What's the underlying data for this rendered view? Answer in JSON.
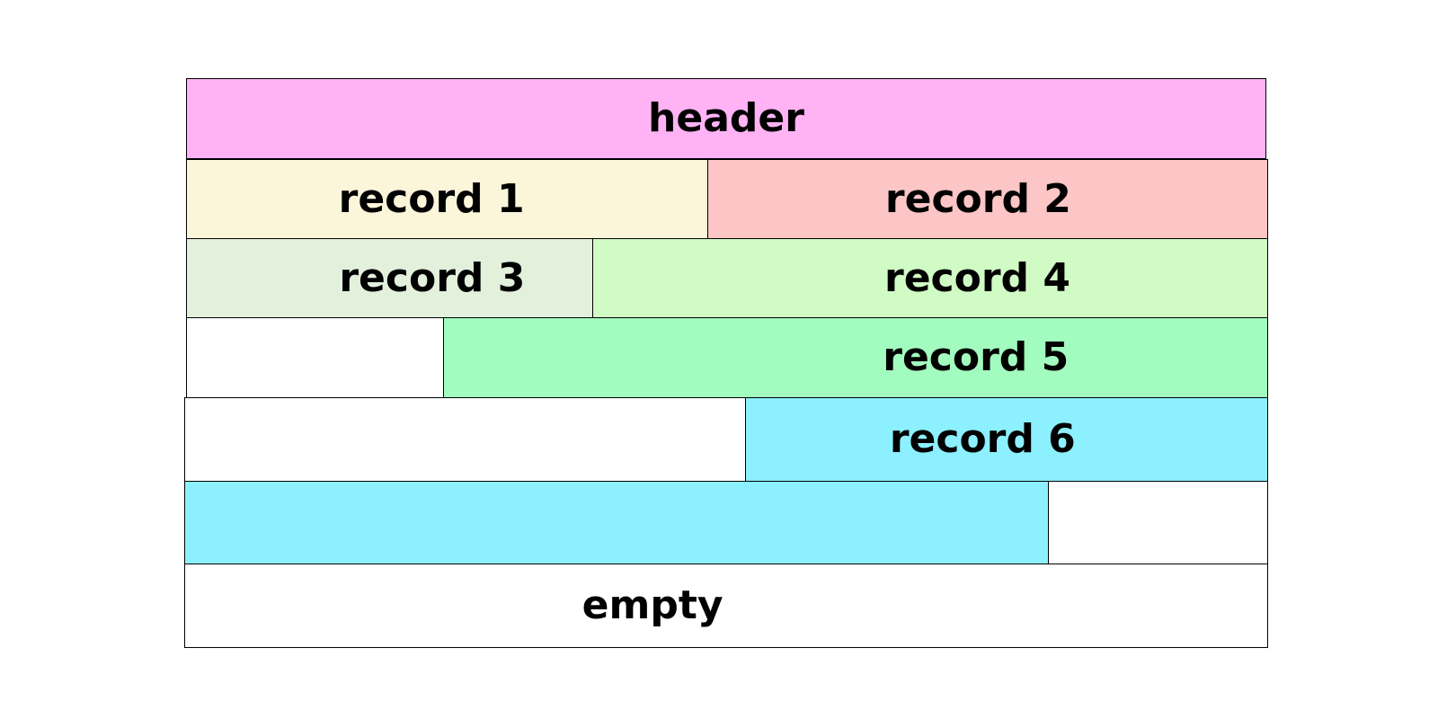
{
  "colors": {
    "header": "#ffb3f5",
    "record_1": "#fbf6da",
    "record_2": "#fdc6c6",
    "record_3": "#e2f0dc",
    "record_4": "#d0fbc5",
    "record_5": "#a2fcbf",
    "record_6": "#8cf0ff",
    "blank": "#ffffff",
    "border": "#000000"
  },
  "labels": {
    "header": "header",
    "record_1": "record 1",
    "record_2": "record 2",
    "record_3": "record 3",
    "record_4": "record 4",
    "record_5": "record 5",
    "record_6": "record 6",
    "empty": "empty"
  }
}
